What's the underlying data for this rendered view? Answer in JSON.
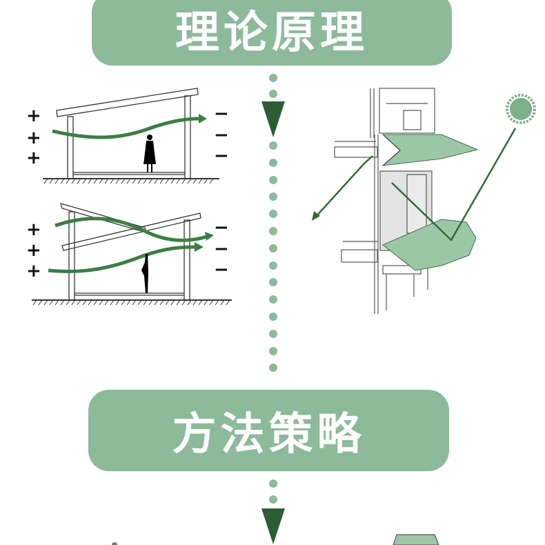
{
  "sections": [
    {
      "title": "理论原理"
    },
    {
      "title": "方法策略"
    }
  ],
  "ventilation_diagram": {
    "pressure_high_symbol": "+",
    "pressure_low_symbol": "−"
  },
  "colors": {
    "banner": "#8cba9a",
    "arrow": "#2b5e34",
    "airflow": "#3d7d44",
    "shade": "#9cc7a6",
    "sun": "#7fae8a"
  },
  "icons": {
    "flow_arrow": "triangle-down",
    "sun": "sun-icon"
  }
}
